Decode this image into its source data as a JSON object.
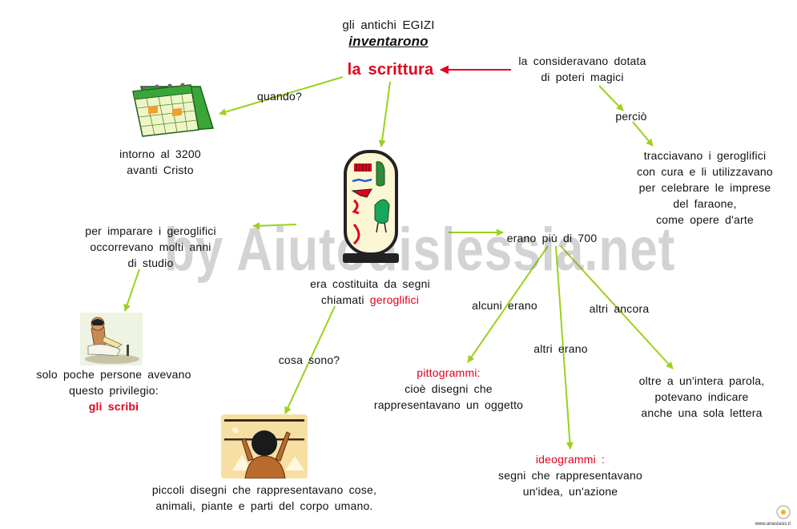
{
  "title": {
    "line1": "gli antichi  EGIZI",
    "line2": "inventarono",
    "main": "la scrittura"
  },
  "magic": {
    "line1": "la  consideravano  dotata",
    "line2": "di  poteri  magici"
  },
  "percio": "perciò",
  "tracciavano": {
    "line1": "tracciavano  i  geroglifici",
    "line2": "con cura e li  utilizzavano",
    "line3": "per  celebrare  le  imprese",
    "line4": "del  faraone,",
    "line5": "come opere d'arte"
  },
  "quando": "quando?",
  "date": {
    "line1": "intorno  al  3200",
    "line2": "avanti  Cristo"
  },
  "imparare": {
    "line1": "per  imparare  i  geroglifici",
    "line2": "occorrevano  molti  anni",
    "line3": "di  studio"
  },
  "costituita": {
    "line1": "era  costituita  da  segni",
    "line2_prefix": "chiamati  ",
    "line2_red": "geroglifici"
  },
  "erano700": "erano più di 700",
  "alcuni": "alcuni erano",
  "altriErano": "altri erano",
  "altriAncora": "altri ancora",
  "pittogrammi": {
    "red": "pittogrammi:",
    "line2": "cioè  disegni  che",
    "line3": "rappresentavano  un  oggetto"
  },
  "ideogrammi": {
    "red": "ideogrammi :",
    "line2": "segni  che  rappresentavano",
    "line3": "un'idea,  un'azione"
  },
  "lettera": {
    "line1": "oltre  a  un'intera  parola,",
    "line2": "potevano  indicare",
    "line3": "anche una sola lettera"
  },
  "scribi": {
    "line1": "solo  poche  persone  avevano",
    "line2": "questo  privilegio:",
    "red": "gli  scribi"
  },
  "cosaSono": "cosa sono?",
  "disegni": {
    "line1": "piccoli  disegni  che  rappresentavano  cose,",
    "line2": "animali,  piante  e  parti  del  corpo  umano."
  },
  "watermark": "by Aiutodislessia.net",
  "footer": "www.anastasis.it",
  "colors": {
    "arrow_green": "#9bd11c",
    "arrow_red": "#e3001b",
    "text_red": "#e3001b"
  },
  "icons": [
    "calendar-icon",
    "cartouche-icon",
    "scribe-icon",
    "pictogram-painter-icon",
    "anastasis-logo-icon"
  ]
}
